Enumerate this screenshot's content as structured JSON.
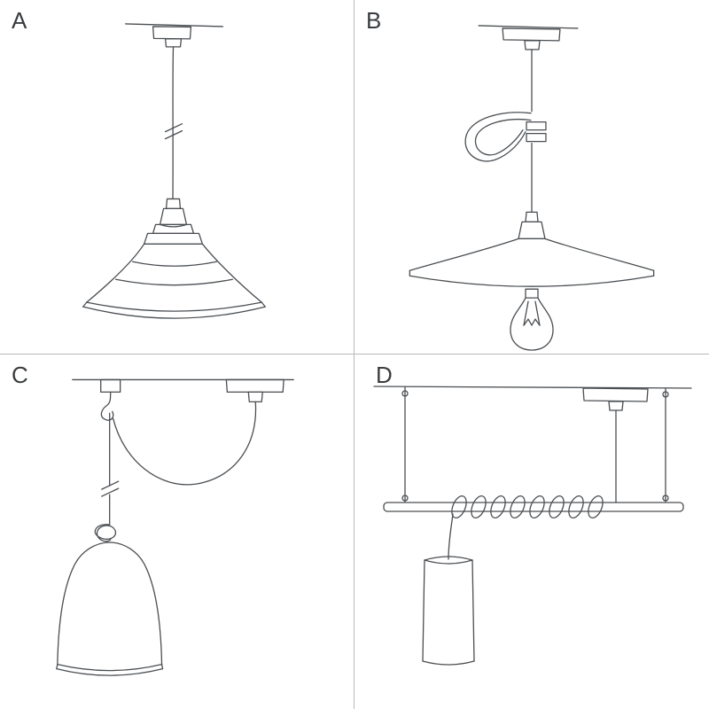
{
  "panels": [
    {
      "label": "A",
      "name": "pendant-industrial-shade-sketch"
    },
    {
      "label": "B",
      "name": "pendant-flat-shade-bulb-with-cable-loop-sketch"
    },
    {
      "label": "C",
      "name": "swag-hook-bell-shade-with-knot-sketch"
    },
    {
      "label": "D",
      "name": "cable-wrapped-bar-cylinder-shade-sketch"
    }
  ],
  "colors": {
    "background": "#ffffff",
    "divider": "#b9b9b9",
    "sketch_stroke": "#4a4e52",
    "label_text": "#3a3d40"
  }
}
